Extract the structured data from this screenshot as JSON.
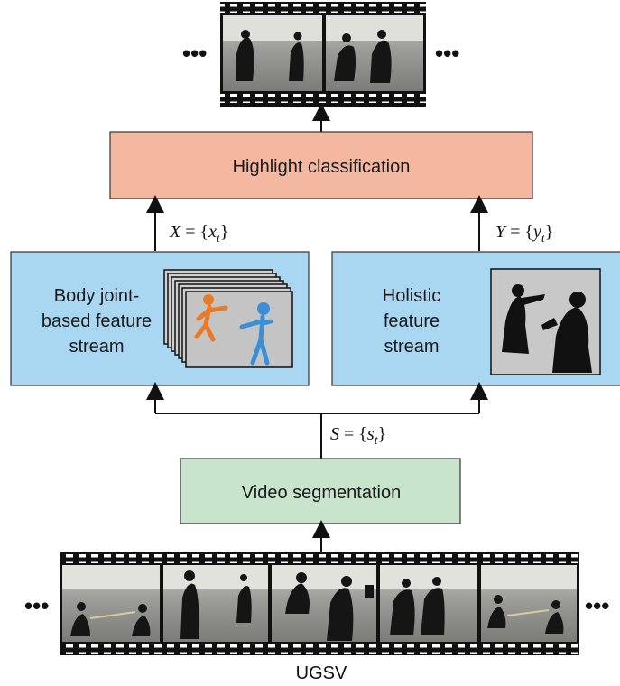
{
  "diagram": {
    "top_film": {
      "ellipsis_left": "•••",
      "ellipsis_right": "•••"
    },
    "highlight_box": {
      "label": "Highlight classification",
      "fill": "#f4b8a0"
    },
    "left_stream": {
      "label_lines": [
        "Body joint-",
        "based feature",
        "stream"
      ],
      "fill": "#a9d6f0"
    },
    "right_stream": {
      "label_lines": [
        "Holistic",
        "feature",
        "stream"
      ],
      "fill": "#a9d6f0"
    },
    "edge_x": {
      "lhs": "X",
      "eq": " = {",
      "var": "x",
      "sub": "t",
      "close": "}"
    },
    "edge_y": {
      "lhs": "Y",
      "eq": " = {",
      "var": "y",
      "sub": "t",
      "close": "}"
    },
    "edge_s": {
      "lhs": "S",
      "eq": " = {",
      "var": "s",
      "sub": "t",
      "close": "}"
    },
    "segmentation_box": {
      "label": "Video segmentation",
      "fill": "#c8e4cc"
    },
    "bottom_film": {
      "ellipsis_left": "•••",
      "ellipsis_right": "•••",
      "caption": "UGSV"
    },
    "stick_figure_colors": {
      "orange": "#e87a2a",
      "blue": "#3a8fd6"
    }
  }
}
